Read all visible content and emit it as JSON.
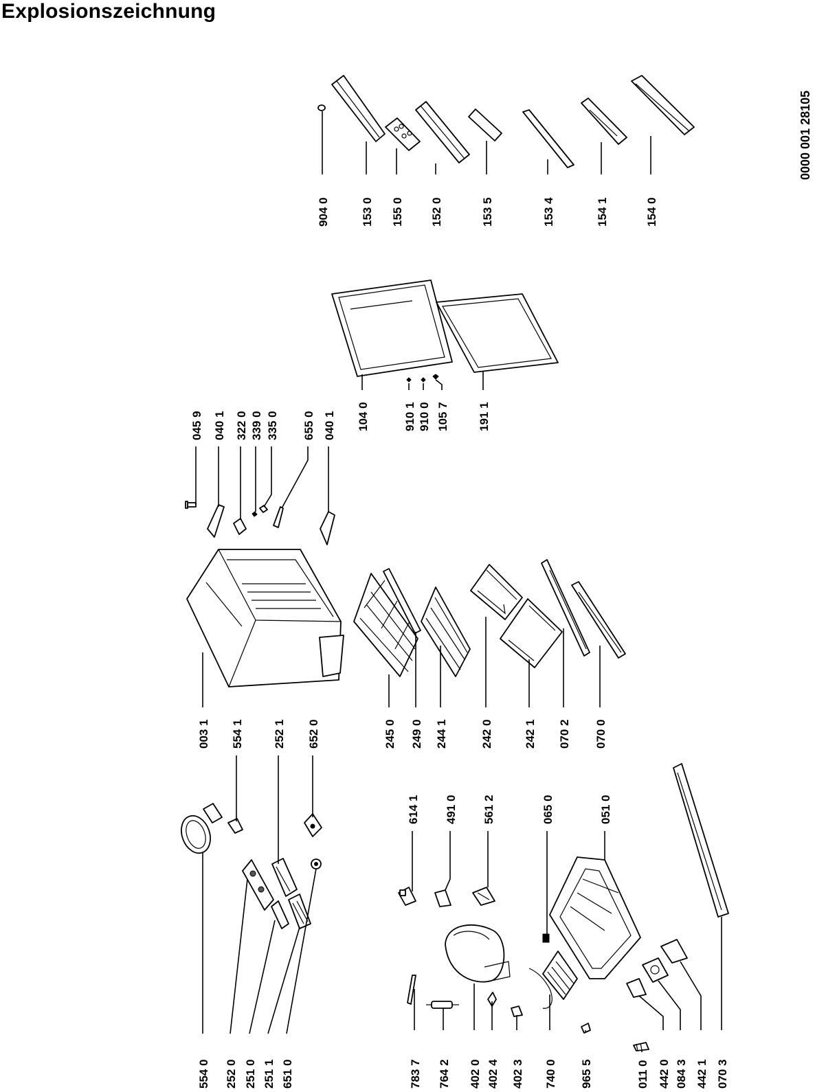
{
  "title": "Explosionszeichnung",
  "document_code": "0000 001 28105",
  "parts": {
    "p9040": "904 0",
    "p1530": "153 0",
    "p1550": "155 0",
    "p1520": "152 0",
    "p1535": "153 5",
    "p1534": "153 4",
    "p1541": "154 1",
    "p1540": "154 0",
    "p0459": "045 9",
    "p0401a": "040 1",
    "p3220": "322 0",
    "p3390": "339 0",
    "p3350": "335 0",
    "p6550": "655 0",
    "p0401b": "040 1",
    "p1040": "104 0",
    "p9101": "910 1",
    "p9100": "910 0",
    "p1057": "105 7",
    "p1911": "191 1",
    "p0031": "003 1",
    "p5541": "554 1",
    "p2521": "252 1",
    "p6520": "652 0",
    "p2450": "245 0",
    "p2490": "249 0",
    "p2441": "244 1",
    "p2420": "242 0",
    "p2421": "242 1",
    "p0702": "070 2",
    "p0700": "070 0",
    "p6141": "614 1",
    "p4910": "491 0",
    "p5612": "561 2",
    "p0650": "065 0",
    "p0510": "051 0",
    "p5540": "554 0",
    "p2520": "252 0",
    "p2510": "251 0",
    "p2511": "251 1",
    "p6510": "651 0",
    "p7837": "783 7",
    "p7642": "764 2",
    "p4020": "402 0",
    "p4024": "402 4",
    "p4023": "402 3",
    "p7400": "740 0",
    "p9655": "965 5",
    "p0110": "011 0",
    "p4420": "442 0",
    "p0843": "084 3",
    "p4421": "442 1",
    "p0703": "070 3"
  }
}
